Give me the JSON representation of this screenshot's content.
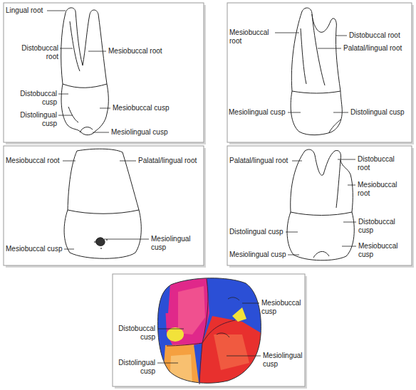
{
  "diagram": {
    "labels": [
      "Lingual root",
      "Distobuccal root",
      "Mesiobuccal root",
      "Distobuccal cusp",
      "Distolingual cusp",
      "Mesiobuccal cusp",
      "Mesiolingual cusp",
      "Mesiobuccal root",
      "Distobuccal root",
      "Palatal/lingual root",
      "Mesiolingual cusp",
      "Distolingual cusp",
      "Mesiobuccal root",
      "Palatal/lingual root",
      "Mesiobuccal cusp",
      "Mesiolingual cusp",
      "Palatal/lingual root",
      "Distobuccal root",
      "Mesiobuccal root",
      "Distolingual cusp",
      "Distobuccal cusp",
      "Mesiolingual cusp",
      "Mesiobuccal cusp",
      "Mesiobuccal cusp",
      "Distobuccal cusp",
      "Distolingual cusp",
      "Mesiolingual cusp"
    ]
  }
}
